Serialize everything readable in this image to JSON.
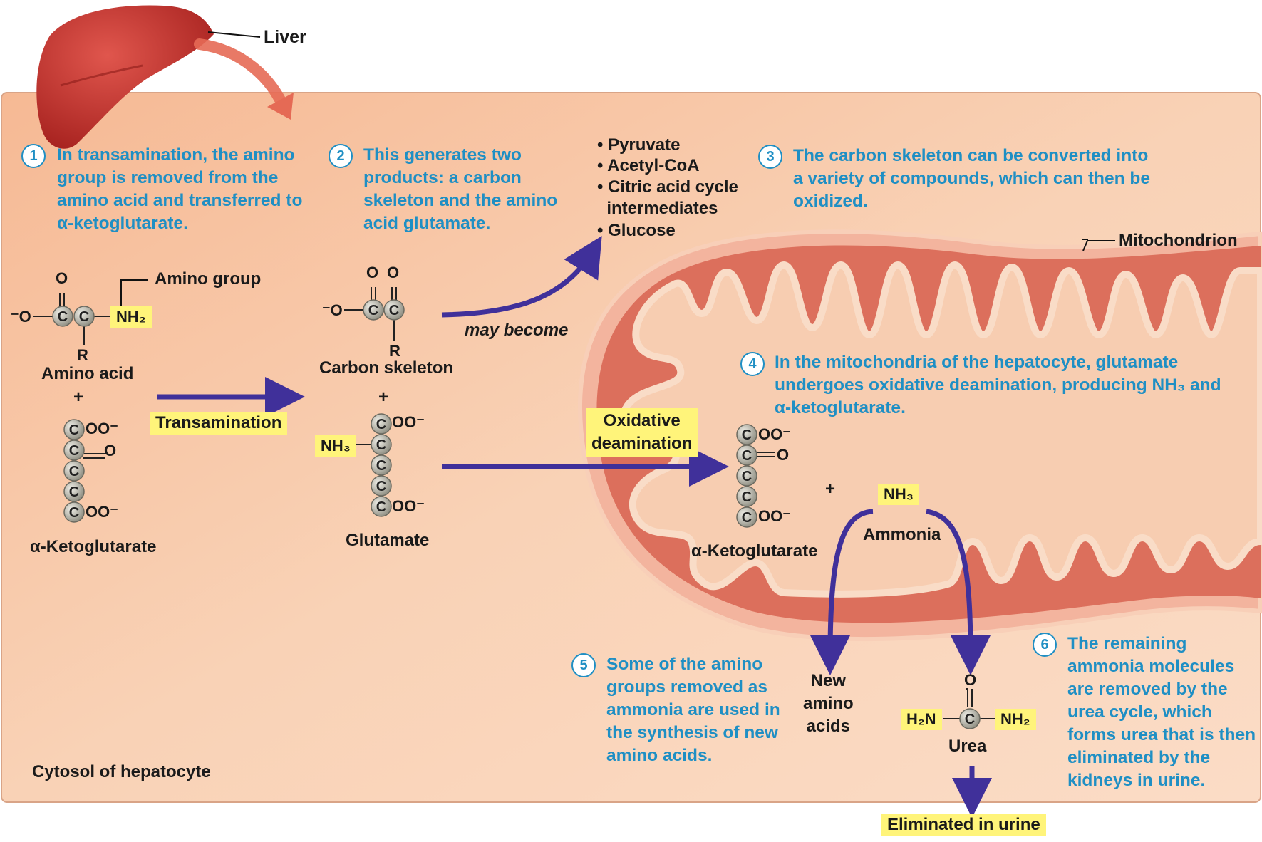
{
  "labels": {
    "liver": "Liver",
    "mitochondrion": "Mitochondrion",
    "cytosol": "Cytosol of hepatocyte",
    "amino_group": "Amino group",
    "amino_acid": "Amino acid",
    "alpha_kg_left": "α-Ketoglutarate",
    "carbon_skeleton": "Carbon skeleton",
    "glutamate": "Glutamate",
    "alpha_kg_right": "α-Ketoglutarate",
    "ammonia": "Ammonia",
    "new_amino_acids": "New\namino\nacids",
    "urea": "Urea",
    "may_become": "may become",
    "transamination": "Transamination",
    "oxidative_deamination": "Oxidative\ndeamination",
    "eliminated": "Eliminated in urine",
    "plus": "+"
  },
  "products": [
    "• Pyruvate",
    "• Acetyl-CoA",
    "• Citric acid cycle",
    "  intermediates",
    "• Glucose"
  ],
  "steps": [
    {
      "num": "1",
      "text": "In transamination, the amino group is removed from the amino acid and transferred to α-ketoglutarate."
    },
    {
      "num": "2",
      "text": "This generates two products: a carbon skeleton and the amino acid glutamate."
    },
    {
      "num": "3",
      "text": "The carbon skeleton can be converted into a variety of compounds, which can then be oxidized."
    },
    {
      "num": "4",
      "text": "In the mitochondria of the hepatocyte, glutamate undergoes oxidative deamination, producing NH₃ and α-ketoglutarate."
    },
    {
      "num": "5",
      "text": "Some of the amino groups removed as ammonia are used in the synthesis of new amino acids."
    },
    {
      "num": "6",
      "text": "The remaining ammonia molecules are removed by the urea cycle, which forms urea that is then eliminated by the kidneys in urine."
    }
  ],
  "chem": {
    "O": "O",
    "C": "C",
    "R": "R",
    "minus_O": "⁻O",
    "NH2": "NH₂",
    "NH3": "NH₃",
    "H2N": "H₂N",
    "COO": "OO⁻"
  },
  "colors": {
    "cytosol": "#f7c7a6",
    "mito_outer": "#e37a68",
    "mito_inner": "#f8d2b6",
    "arrow": "#40309a",
    "step_text": "#1f8fc4",
    "highlight": "#fff47a"
  }
}
